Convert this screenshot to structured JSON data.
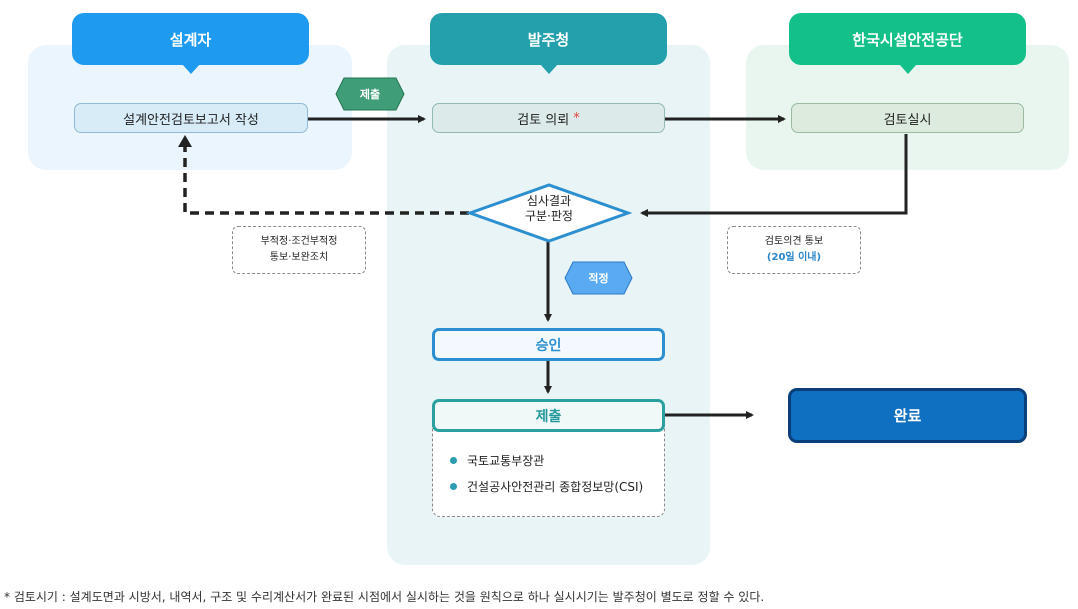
{
  "lanes": {
    "designer": {
      "title": "설계자",
      "color": "#1e9bf0",
      "bg": "#eaf5fd"
    },
    "client": {
      "title": "발주청",
      "color": "#23a0ab",
      "bg": "#e8f4f5"
    },
    "kalis": {
      "title": "한국시설안전공단",
      "color": "#13c089",
      "bg": "#e9f6f0"
    }
  },
  "nodes": {
    "write_report": "설계안전검토보고서 작성",
    "review_request": "검토 의뢰",
    "review_request_mark": "*",
    "review_exec": "검토실시",
    "decision_line1": "심사결과",
    "decision_line2": "구분·판정",
    "approval": "승인",
    "submit": "제출",
    "complete": "완료"
  },
  "labels": {
    "submit_tag": "제출",
    "appropriate_tag": "적정",
    "feedback_line1": "부적정·조건부적정",
    "feedback_line2": "통보·보완조치",
    "opinion_line1": "검토의견 통보",
    "opinion_line2": "(20일 이내)"
  },
  "submit_targets": [
    "국토교통부장관",
    "건설공사안전관리 종합정보망(CSI)"
  ],
  "footnote": "* 검토시기 : 설계도면과 시방서, 내역서, 구조 및 수리계산서가 완료된 시점에서 실시하는 것을 원칙으로 하나 실시시기는 발주청이 별도로 정할 수 있다."
}
